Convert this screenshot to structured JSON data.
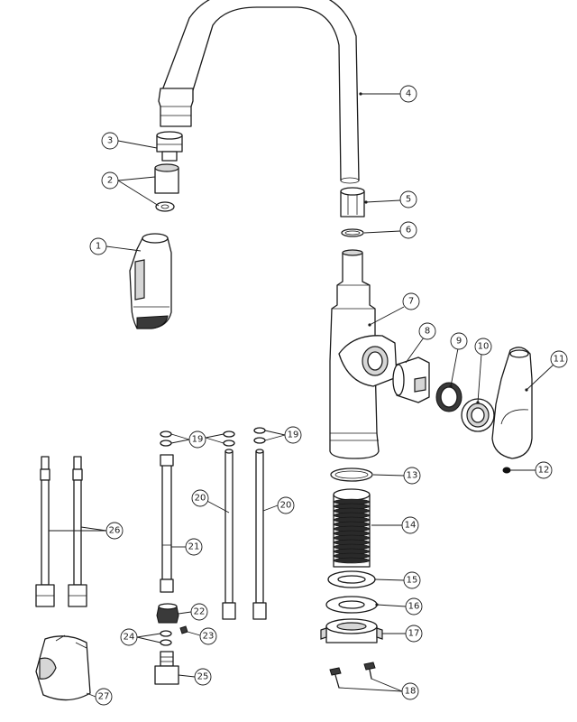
{
  "callouts": [
    {
      "id": "c1",
      "label": "1"
    },
    {
      "id": "c2",
      "label": "2"
    },
    {
      "id": "c3",
      "label": "3"
    },
    {
      "id": "c4",
      "label": "4"
    },
    {
      "id": "c5",
      "label": "5"
    },
    {
      "id": "c6",
      "label": "6"
    },
    {
      "id": "c7",
      "label": "7"
    },
    {
      "id": "c8",
      "label": "8"
    },
    {
      "id": "c9",
      "label": "9"
    },
    {
      "id": "c10",
      "label": "10"
    },
    {
      "id": "c11",
      "label": "11"
    },
    {
      "id": "c12",
      "label": "12"
    },
    {
      "id": "c13",
      "label": "13"
    },
    {
      "id": "c14",
      "label": "14"
    },
    {
      "id": "c15",
      "label": "15"
    },
    {
      "id": "c16",
      "label": "16"
    },
    {
      "id": "c17",
      "label": "17"
    },
    {
      "id": "c18",
      "label": "18"
    },
    {
      "id": "c19a",
      "label": "19"
    },
    {
      "id": "c19b",
      "label": "19"
    },
    {
      "id": "c20a",
      "label": "20"
    },
    {
      "id": "c20b",
      "label": "20"
    },
    {
      "id": "c21",
      "label": "21"
    },
    {
      "id": "c22",
      "label": "22"
    },
    {
      "id": "c23",
      "label": "23"
    },
    {
      "id": "c24",
      "label": "24"
    },
    {
      "id": "c25",
      "label": "25"
    },
    {
      "id": "c26",
      "label": "26"
    },
    {
      "id": "c27",
      "label": "27"
    }
  ]
}
